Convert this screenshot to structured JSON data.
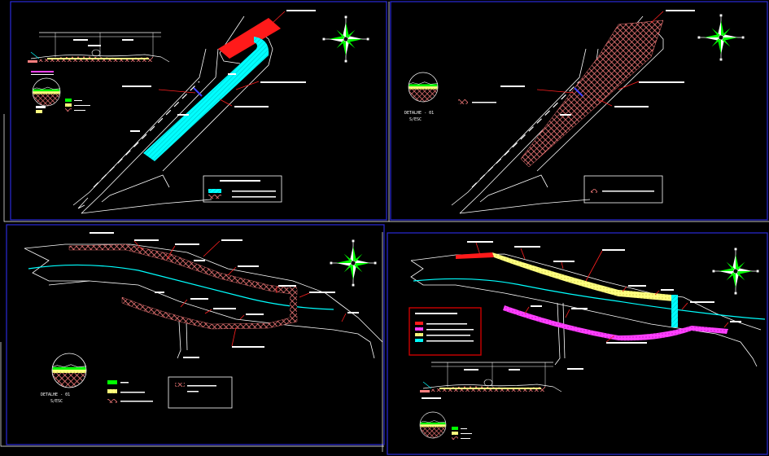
{
  "colors": {
    "background": "#000000",
    "frame": "#2a2ad8",
    "linework": "#ffffff",
    "leader": "#ff2020",
    "water": "#00ffff",
    "red_section": "#ff1a1a",
    "pink_hatch": "#ff7f7f",
    "yellow": "#ffff80",
    "magenta": "#ff40ff",
    "green": "#00ff00",
    "legend_red_box": "#cc0000"
  },
  "sheets": [
    {
      "id": "top-left",
      "detail_labels": [],
      "legend_items": [
        "green",
        "yellow",
        "pink"
      ]
    },
    {
      "id": "top-right",
      "detail_labels": [
        "DETALHE - 01",
        "S/ESC"
      ],
      "legend_items": [
        "pink"
      ]
    },
    {
      "id": "bottom-left",
      "detail_labels": [
        "DETALHE - 01",
        "S/ESC"
      ],
      "legend_items": [
        "green",
        "yellow",
        "pink"
      ]
    },
    {
      "id": "bottom-right",
      "detail_labels": [],
      "legend_items": [
        "red",
        "magenta",
        "yellow",
        "cyan"
      ]
    }
  ],
  "icons": [
    "north-arrow-icon",
    "section-circle-icon"
  ]
}
